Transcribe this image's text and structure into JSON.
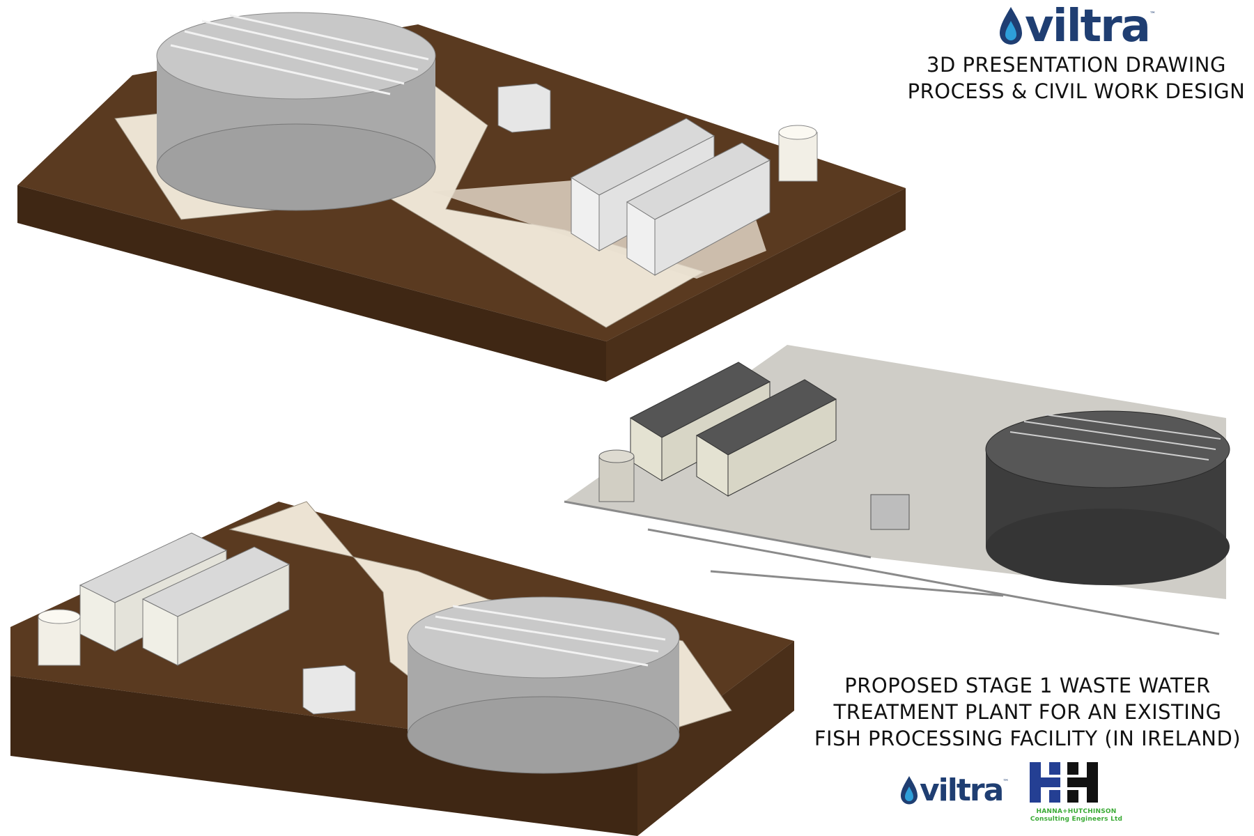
{
  "heading": {
    "brand": "viltra",
    "trademark": "™",
    "line1": "3D PRESENTATION DRAWING",
    "line2": "PROCESS & CIVIL WORK DESIGN"
  },
  "caption": {
    "line1": "PROPOSED STAGE 1 WASTE WATER",
    "line2": "TREATMENT PLANT FOR AN EXISTING",
    "line3": "FISH PROCESSING FACILITY (IN IRELAND)"
  },
  "footer_logos": {
    "viltra": "viltra",
    "viltra_trademark": "™",
    "hh_name": "HANNA+HUTCHINSON",
    "hh_subtitle": "Consulting Engineers Ltd"
  },
  "colors": {
    "soil": "#5a3a20",
    "soil_side": "#3f2714",
    "paving": "#ece3d3",
    "tank_light": "#b9b9b9",
    "tank_dark": "#3d3d3d",
    "viltra_blue": "#1f3e72",
    "viltra_drop": "#2e9fd9",
    "hh_blue": "#243f93",
    "hh_green": "#3aaa35"
  }
}
